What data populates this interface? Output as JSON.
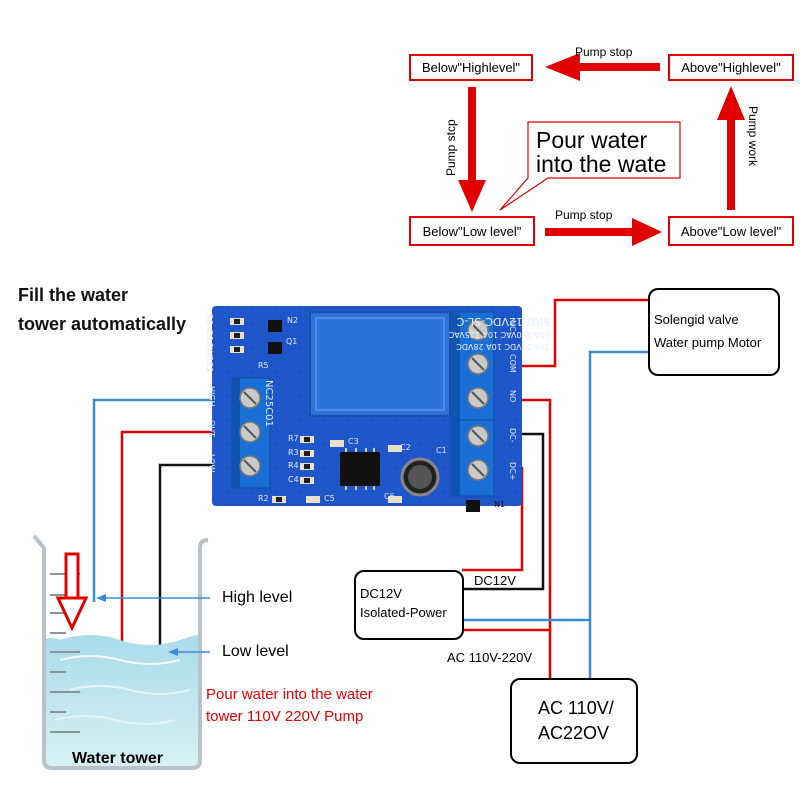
{
  "flow": {
    "below_high": "Below\"Highlevel\"",
    "above_high": "Above\"Highlevel\"",
    "below_low": "Below\"Low level\"",
    "above_low": "Above\"Low level\"",
    "top_arrow_label": "Pump stop",
    "left_arrow_label": "Pump stcp",
    "right_arrow_label": "Pump work",
    "bottom_arrow_label": "Pump stop",
    "callout_line1": "Pour water",
    "callout_line2": "into the wate"
  },
  "title": {
    "line1": "Fill the water",
    "line2": "tower automatically"
  },
  "pcb": {
    "relay_line1": "SRD-12VDC-SL-C",
    "relay_line2": "10A 250VAC  10A 125VAC",
    "relay_line3": "10A 30VDC  10A 28VDC",
    "model": "NC25C01",
    "term_left": [
      "HIGH",
      "OUT",
      "LOW"
    ],
    "term_right": [
      "NC",
      "COM",
      "NO",
      "DC-",
      "DC+"
    ],
    "components": [
      "R6",
      "D1",
      "PWR",
      "R1",
      "N2",
      "Q1",
      "R5",
      "R7",
      "R3",
      "R4",
      "C4",
      "R2",
      "C5",
      "C3",
      "C2",
      "C6",
      "C1",
      "N1"
    ]
  },
  "tank": {
    "high_level": "High level",
    "low_level": "Low level",
    "pour_line1": "Pour water into the water",
    "pour_line2": "tower 110V 220V Pump",
    "caption": "Water tower"
  },
  "devices": {
    "valve_line1": "Solengid valve",
    "valve_line2": "Water pump Motor",
    "psu_line1": "DC12V",
    "psu_line2": "Isolated-Power",
    "dc_label": "DC12V",
    "ac_label": "AC 110V-220V",
    "ac_line1": "AC 110V/",
    "ac_line2": "AC22OV"
  },
  "colors": {
    "red": "#e00000",
    "blue": "#3a8ad6",
    "pcb": "#1e55c8",
    "terminal": "#1a6fd6",
    "water": "#bfe6ee"
  }
}
